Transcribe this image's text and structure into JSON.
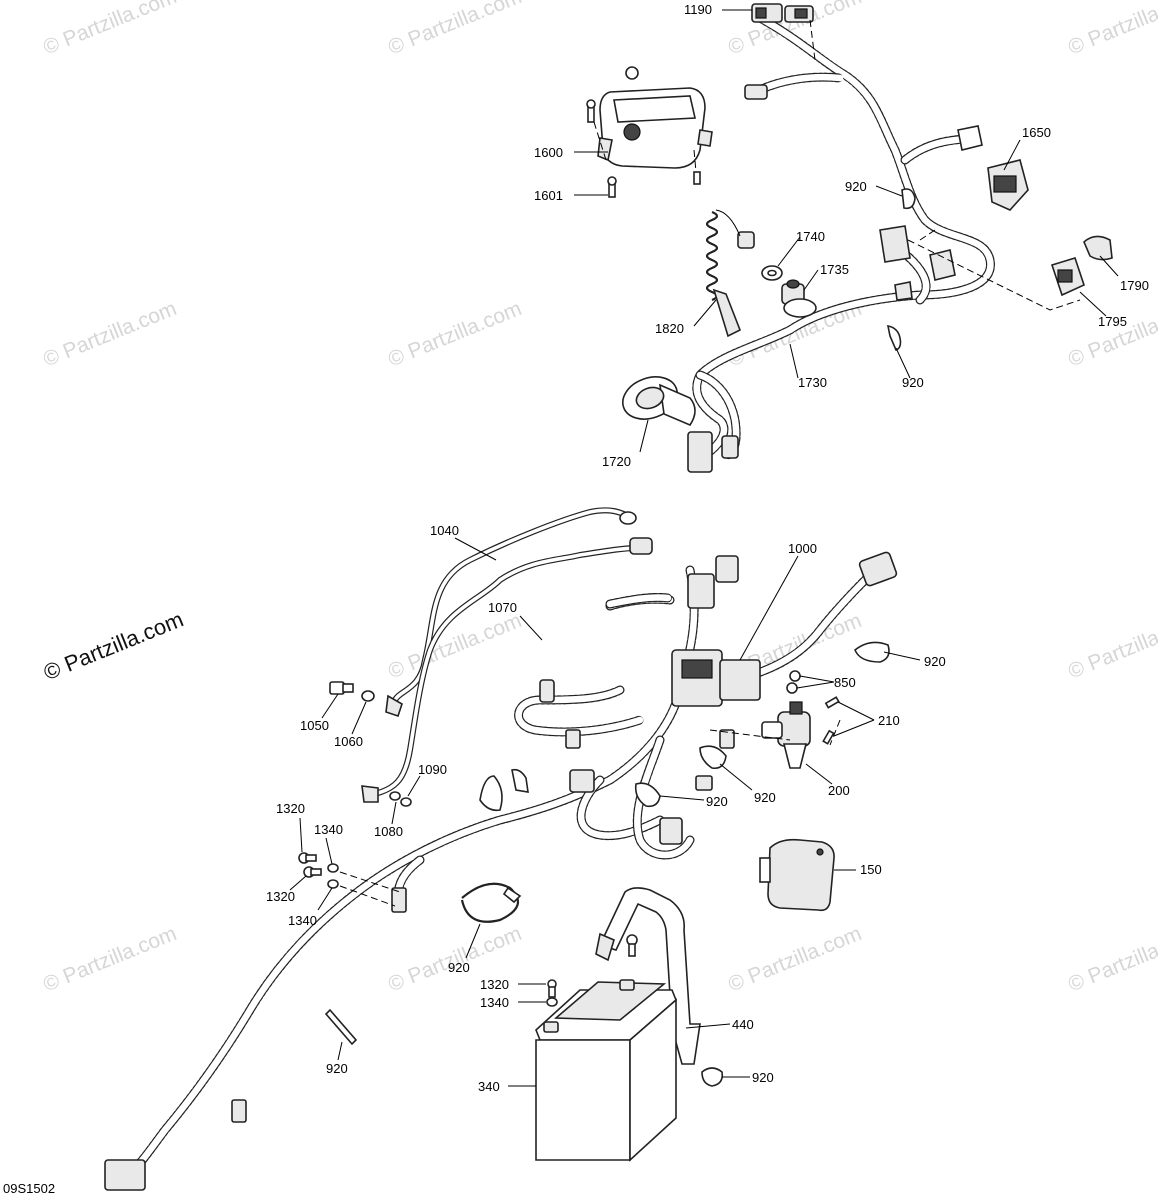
{
  "watermark_text": "© Partzilla.com",
  "copyright_text": "© Partzilla.com",
  "diagram_code": "09S1502",
  "callouts": {
    "c1190": "1190",
    "c1600": "1600",
    "c1601": "1601",
    "c1650": "1650",
    "c920_a": "920",
    "c1740": "1740",
    "c1735": "1735",
    "c1790": "1790",
    "c1795": "1795",
    "c1820": "1820",
    "c1730": "1730",
    "c920_b": "920",
    "c1720": "1720",
    "c1040": "1040",
    "c1000": "1000",
    "c1070": "1070",
    "c920_c": "920",
    "c850": "850",
    "c210": "210",
    "c1050": "1050",
    "c1060": "1060",
    "c1090": "1090",
    "c200": "200",
    "c920_d": "920",
    "c920_e": "920",
    "c1080": "1080",
    "c1320_a": "1320",
    "c1340_a": "1340",
    "c1320_b": "1320",
    "c1340_b": "1340",
    "c150": "150",
    "c920_f": "920",
    "c1320_c": "1320",
    "c1340_c": "1340",
    "c440": "440",
    "c920_g": "920",
    "c340": "340",
    "c920_h": "920"
  }
}
